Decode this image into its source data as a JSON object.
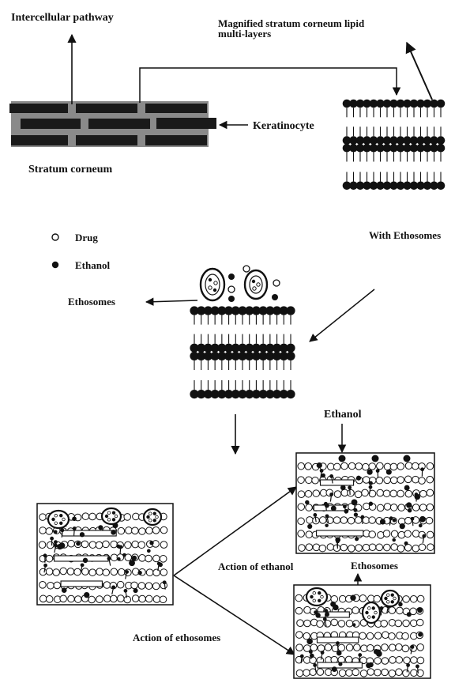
{
  "labels": {
    "intercellular_pathway": "Intercellular pathway",
    "magnified_line1": "Magnified stratum corneum lipid",
    "magnified_line2": "multi-layers",
    "keratinocyte": "Keratinocyte",
    "stratum_corneum": "Stratum corneum",
    "with_ethosomes": "With Ethosomes",
    "ethosomes_left": "Ethosomes",
    "ethanol_top": "Ethanol",
    "action_of_ethanol": "Action of ethanol",
    "ethosomes_bottom": "Ethosomes",
    "action_of_ethosomes": "Action of ethosomes"
  },
  "legend": [
    {
      "label": "Drug",
      "symbol": "open-circle"
    },
    {
      "label": "Ethanol",
      "symbol": "filled-circle"
    }
  ],
  "colors": {
    "ink": "#111111",
    "brick": "#1a1a1a",
    "mortar": "#8a8a8a",
    "background": "#ffffff"
  }
}
